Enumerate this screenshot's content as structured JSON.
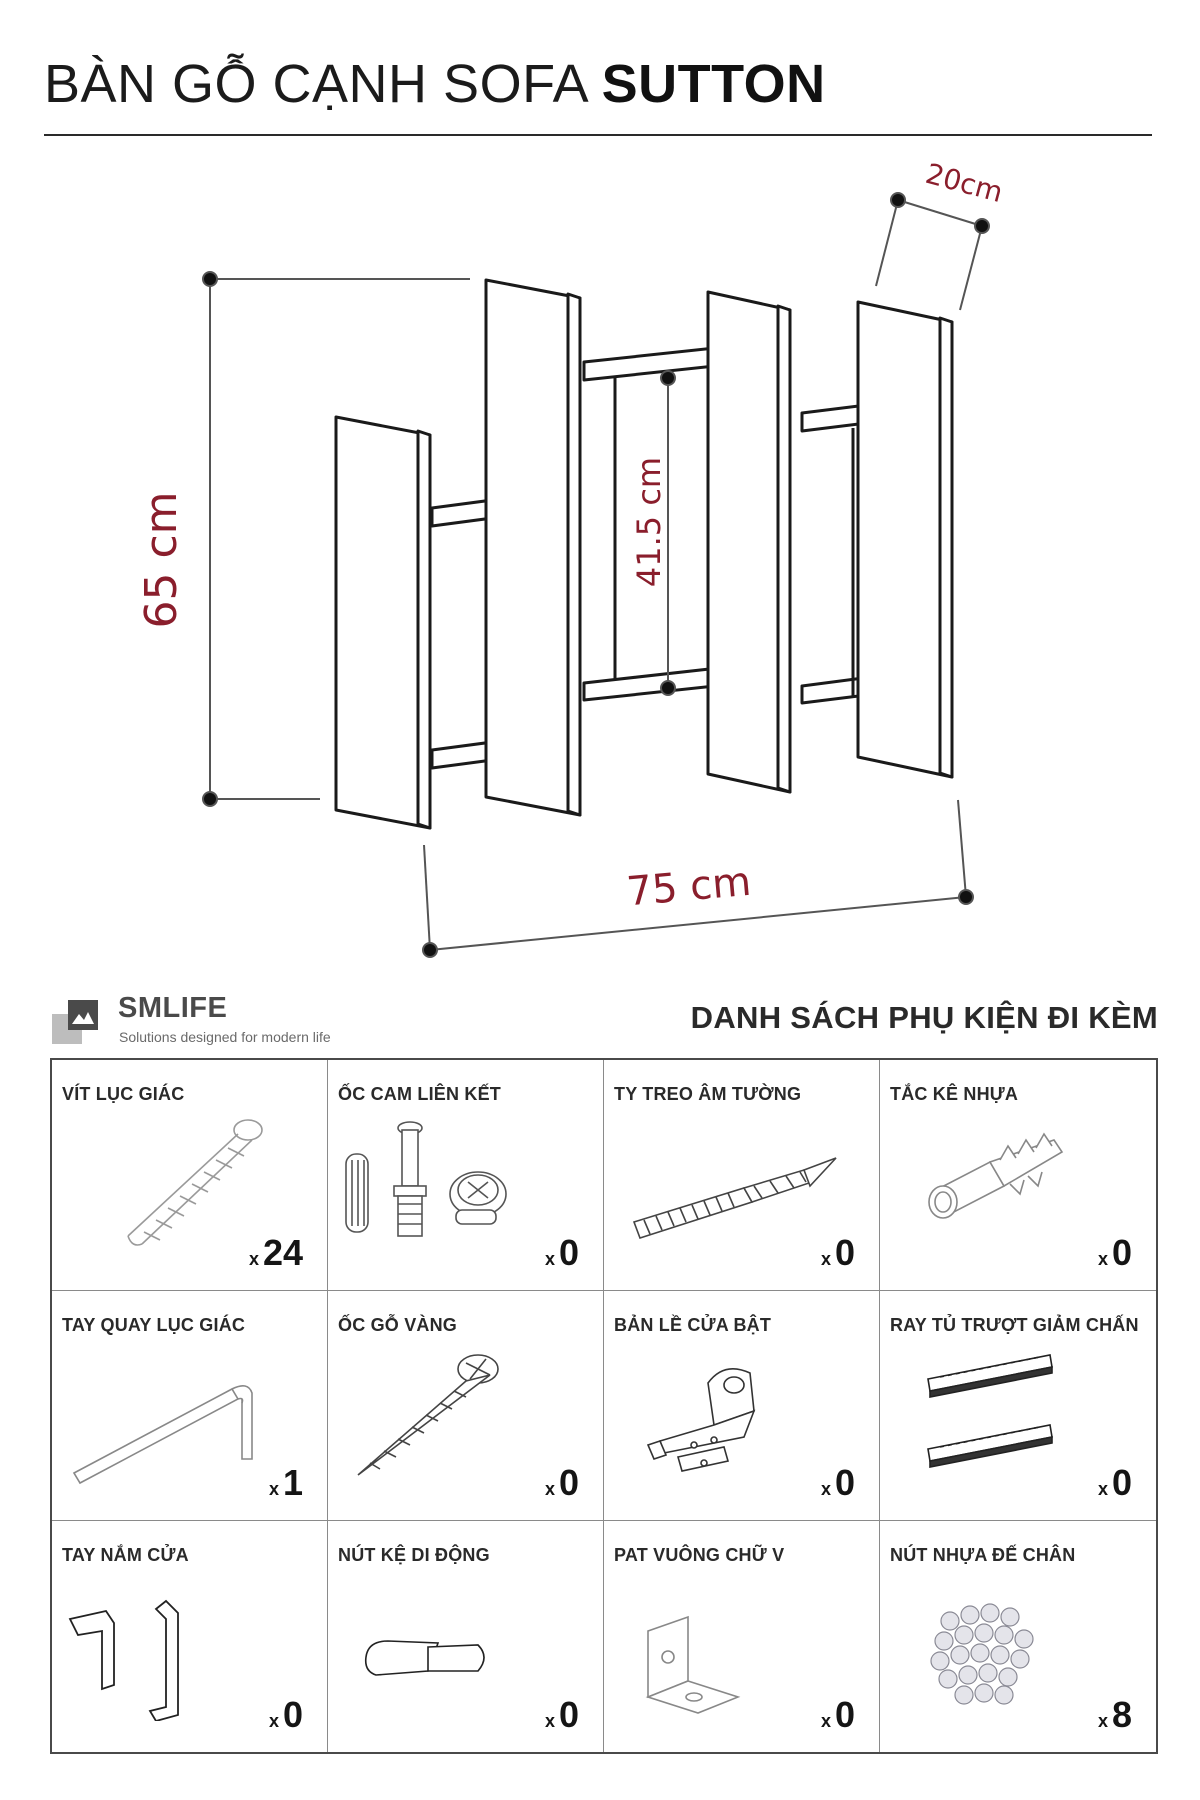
{
  "header": {
    "title_light": "BÀN GỖ CẠNH SOFA ",
    "title_bold": "SUTTON"
  },
  "dimensions": {
    "depth": "20cm",
    "height": "65 cm",
    "inner_height": "41.5 cm",
    "width": "75 cm"
  },
  "brand": {
    "name": "SMLIFE",
    "tagline": "Solutions designed for modern life"
  },
  "accessories": {
    "title": "DANH SÁCH PHỤ KIỆN ĐI KÈM",
    "multiplier": "x",
    "items": [
      {
        "label": "VÍT LỤC GIÁC",
        "qty": "24",
        "icon": "hex-screw-icon"
      },
      {
        "label": "ỐC CAM LIÊN KẾT",
        "qty": "0",
        "icon": "cam-lock-icon"
      },
      {
        "label": "TY TREO ÂM TƯỜNG",
        "qty": "0",
        "icon": "wall-anchor-bolt-icon"
      },
      {
        "label": "TẮC KÊ NHỰA",
        "qty": "0",
        "icon": "plastic-anchor-icon"
      },
      {
        "label": "TAY QUAY LỤC GIÁC",
        "qty": "1",
        "icon": "hex-key-icon"
      },
      {
        "label": "ỐC GỖ VÀNG",
        "qty": "0",
        "icon": "wood-screw-icon"
      },
      {
        "label": "BẢN LỀ CỬA BẬT",
        "qty": "0",
        "icon": "cabinet-hinge-icon"
      },
      {
        "label": "RAY TỦ TRƯỢT GIẢM CHẤN",
        "qty": "0",
        "icon": "drawer-slide-icon"
      },
      {
        "label": "TAY NẮM CỬA",
        "qty": "0",
        "icon": "door-handle-icon"
      },
      {
        "label": "NÚT KỆ DI ĐỘNG",
        "qty": "0",
        "icon": "shelf-pin-icon"
      },
      {
        "label": "PAT VUÔNG CHỮ V",
        "qty": "0",
        "icon": "angle-bracket-icon"
      },
      {
        "label": "NÚT NHỰA ĐẾ CHÂN",
        "qty": "8",
        "icon": "plastic-feet-icon"
      }
    ]
  },
  "colors": {
    "dimension_text": "#8a1e2c",
    "line": "#1a1a1a"
  }
}
